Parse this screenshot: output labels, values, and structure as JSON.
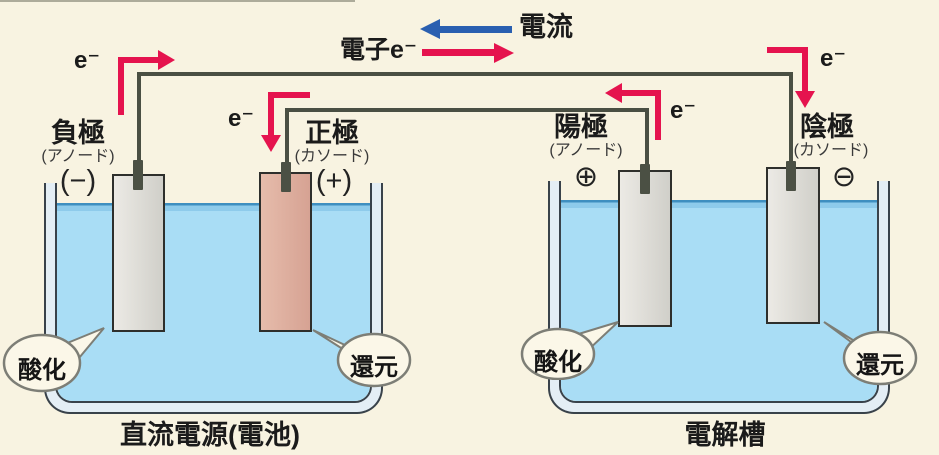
{
  "legend": {
    "current_label": "電流",
    "electron_label": "電子e⁻"
  },
  "electron_marker": "e⁻",
  "battery": {
    "caption": "直流電源(電池)",
    "negative_electrode": {
      "title": "負極",
      "subtitle": "(アノード)",
      "sign": "(−)",
      "reaction": "酸化"
    },
    "positive_electrode": {
      "title": "正極",
      "subtitle": "(カソード)",
      "sign": "(+)",
      "reaction": "還元"
    }
  },
  "electrolytic_cell": {
    "caption": "電解槽",
    "anode": {
      "title": "陽極",
      "subtitle": "(アノード)",
      "sign": "⊕",
      "reaction": "酸化"
    },
    "cathode": {
      "title": "陰極",
      "subtitle": "(カソード)",
      "sign": "⊖",
      "reaction": "還元"
    }
  },
  "colors": {
    "background": "#f8f3e1",
    "wire": "#4a4f43",
    "electron_arrow_red": "#e5134e",
    "current_arrow_blue": "#2a5fb0",
    "liquid_blue": "#a9ddf5",
    "liquid_surface": "#3f8fc0",
    "beaker_glass": "#e4eef5",
    "electrode_gray": "#d8d7d1",
    "electrode_salmon": "#deae9e",
    "bubble_fill": "#fbf7e8",
    "text": "#1b1b1b"
  }
}
